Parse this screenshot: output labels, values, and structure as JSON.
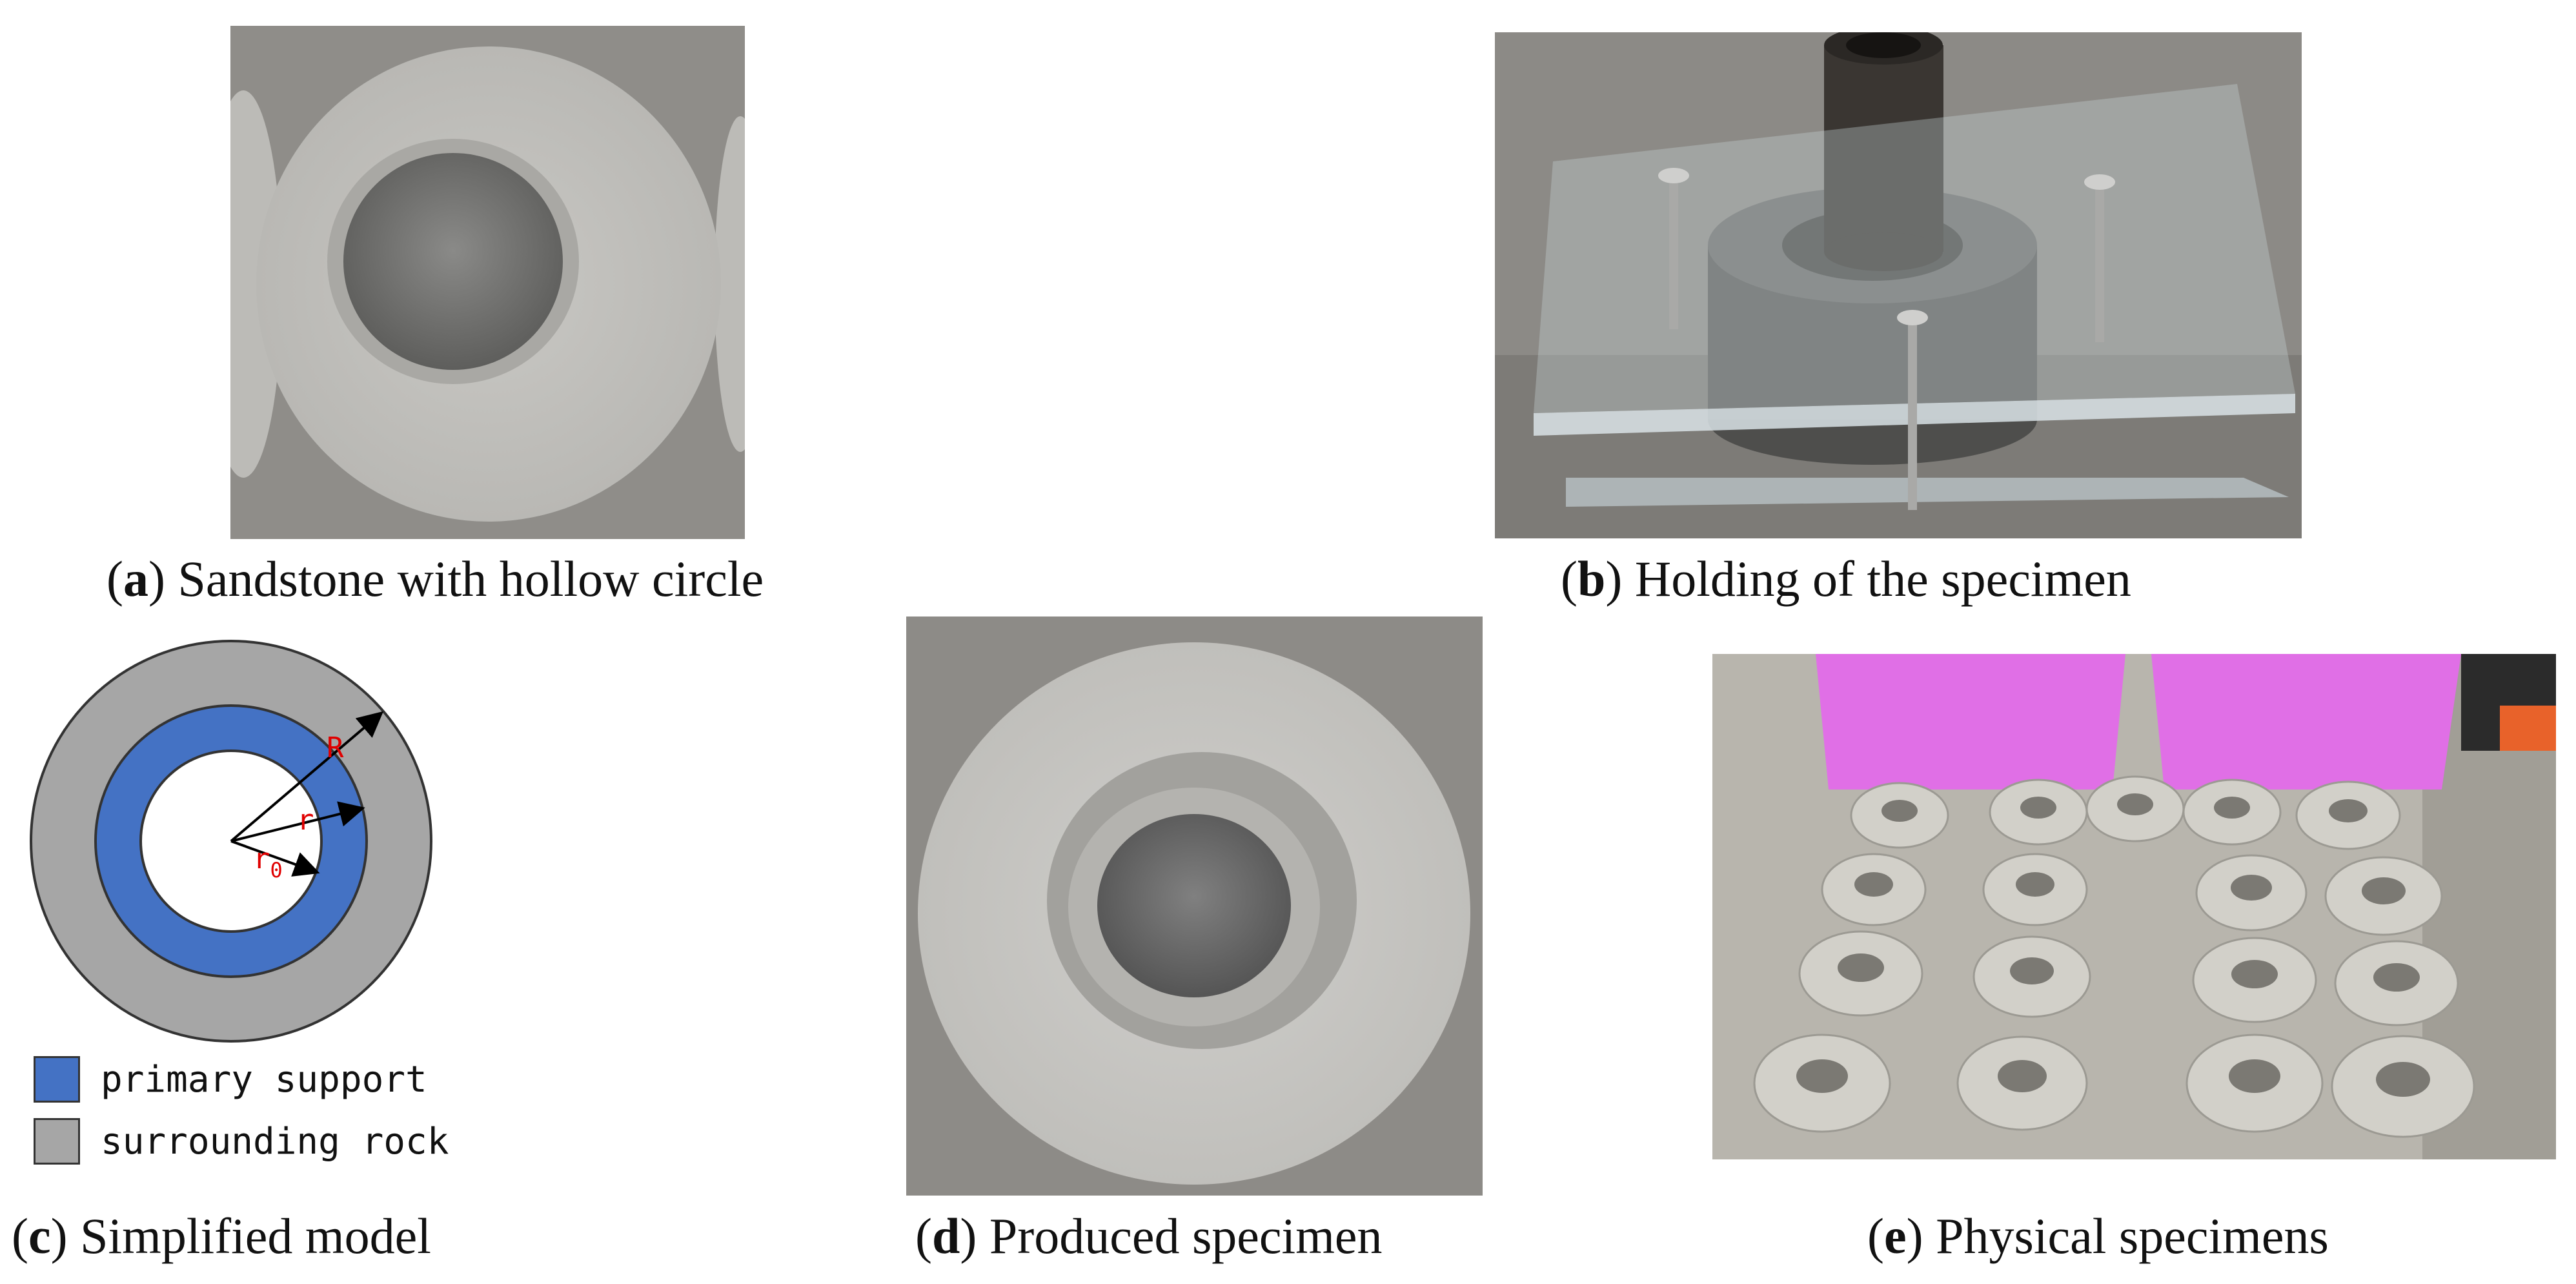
{
  "captions": {
    "a": {
      "letter": "a",
      "text": " Sandstone with hollow circle"
    },
    "b": {
      "letter": "b",
      "text": " Holding of the specimen"
    },
    "c": {
      "letter": "c",
      "text": " Simplified model"
    },
    "d": {
      "letter": "d",
      "text": " Produced specimen"
    },
    "e": {
      "letter": "e",
      "text": " Physical specimens"
    }
  },
  "model": {
    "labels": {
      "R": "R",
      "r": "r",
      "r0_base": "r",
      "r0_sub": "0"
    },
    "legend": [
      {
        "label": "primary support",
        "color": "#4472c4"
      },
      {
        "label": "surrounding rock",
        "color": "#a6a6a6"
      }
    ],
    "ring_outer_color": "#a6a6a6",
    "ring_inner_color": "#4472c4",
    "label_color": "#e00000"
  }
}
